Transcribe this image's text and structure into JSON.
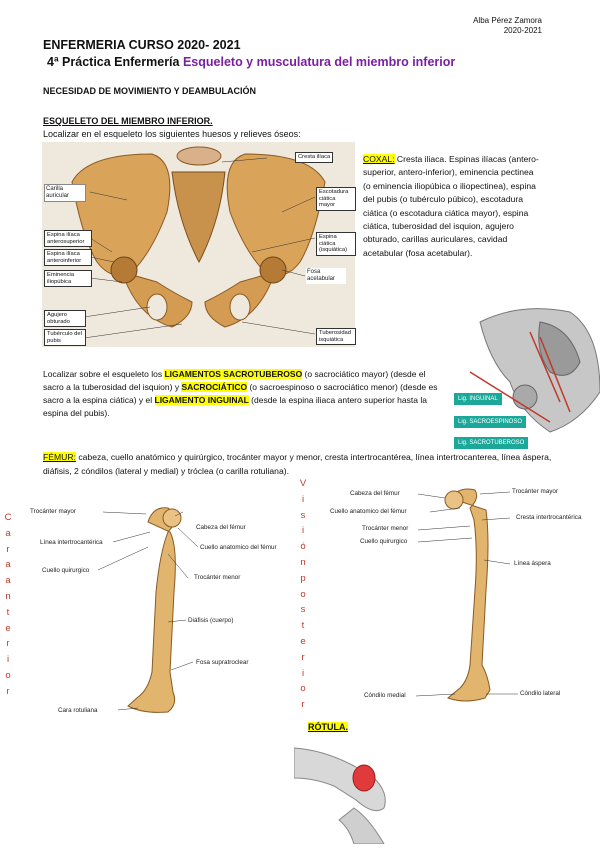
{
  "header": {
    "author_name": "Alba Pérez Zamora",
    "year": "2020-2021",
    "course_title": "ENFERMERIA CURSO 2020- 2021",
    "practice_prefix": "4ª Práctica Enfermería",
    "practice_topic": "Esqueleto y musculatura del miembro inferior"
  },
  "need_title": "NECESIDAD DE MOVIMIENTO Y DEAMBULACIÓN",
  "section_title": "ESQUELETO DEL MIEMBRO INFERIOR.",
  "locate_bones": "Localizar en el esqueleto los siguientes huesos y relieves óseos:",
  "coxal": {
    "label": "COXAL:",
    "text": " Cresta iliaca. Espinas ilíacas (antero-superior, antero-inferior), eminencia pectinea (o eminencia iliopúbica o iliopectinea), espina del pubis (o tubérculo púbico), escotadura ciática (o escotadura ciática mayor), espina ciática, tuberosidad del isquion, agujero obturado, carillas auriculares, cavidad acetabular (fosa acetabular)."
  },
  "pelvis_labels": {
    "cresta": "Cresta ilíaca",
    "carilla": "Carilla auricular",
    "escotadura": "Escotadura ciática mayor",
    "eas": "Espina ilíaca anterosuperior",
    "eai": "Espina ilíaca anteroinferior",
    "espina_ciatica": "Espina ciática (isquiática)",
    "eminencia": "Eminencia iliopúbica",
    "fosa": "Fosa acetabular",
    "agujero": "Agujero obturado",
    "tuberculo": "Tubérculo del pubis",
    "tuberosidad": "Tuberosidad isquiática"
  },
  "ligaments": {
    "intro": "Localizar sobre el esqueleto los ",
    "l1": "LIGAMENTOS SACROTUBEROSO",
    "t1": " (o sacrociático mayor) (desde el sacro a la tuberosidad del isquion) y ",
    "l2": "SACROCIÁTICO",
    "t2": " (o sacroespinoso o sacrociático menor) (desde es sacro a la espina ciática) y el ",
    "l3": "LIGAMENTO INGUINAL",
    "t3": " (desde la espina iliaca antero superior hasta la espina del pubis).",
    "tags": [
      "Lig. INGUINAL",
      "Lig. SACROESPINOSO",
      "Lig. SACROTUBEROSO"
    ]
  },
  "femur": {
    "label": "FÉMUR:",
    "text": " cabeza, cuello anatómico y quirúrgico, trocánter mayor y menor, cresta intertrocantérea, línea intertrocanterea, línea áspera, diáfisis, 2 cóndilos (lateral y medial) y tróclea (o carilla rotuliana)."
  },
  "anterior_view": "Cara anterior",
  "posterior_view": "Visión posterior",
  "anterior_labels": {
    "trocanter_mayor": "Trocánter mayor",
    "cabeza": "Cabeza del fémur",
    "linea": "Línea intertrocantérica",
    "cuello_anat": "Cuello anatomico del fémur",
    "cuello_quir": "Cuello quirurgico",
    "trocanter_menor": "Trocánter menor",
    "diafisis": "Diáfisis (cuerpo)",
    "fosa": "Fosa supratroclear",
    "cara_rot": "Cara rotuliana"
  },
  "posterior_labels": {
    "cabeza": "Cabeza del fémur",
    "trocanter_mayor": "Trocánter mayor",
    "cuello_anat": "Cuello anatomico del fémur",
    "cresta": "Cresta intertrocantérica",
    "trocanter_menor": "Trocánter menor",
    "cuello_quir": "Cuello quirurgico",
    "linea_aspera": "Línea áspera",
    "condilo_medial": "Cóndilo medial",
    "condilo_lateral": "Cóndilo lateral"
  },
  "rotula_title": "RÓTULA."
}
